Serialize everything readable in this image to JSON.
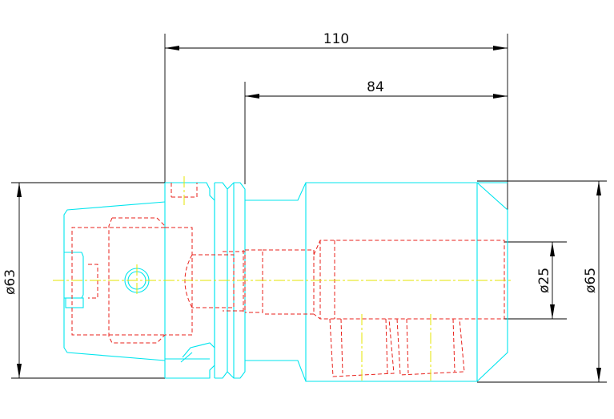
{
  "dimensions": {
    "overall_length": "110",
    "gauge_length": "84",
    "shank_diameter": "ø63",
    "bore_diameter": "ø25",
    "body_diameter": "ø65"
  },
  "colors": {
    "outline": "#00e5ee",
    "hidden_lines": "#e8211b",
    "centerline": "#e6e600",
    "dimension_lines": "#000000"
  }
}
